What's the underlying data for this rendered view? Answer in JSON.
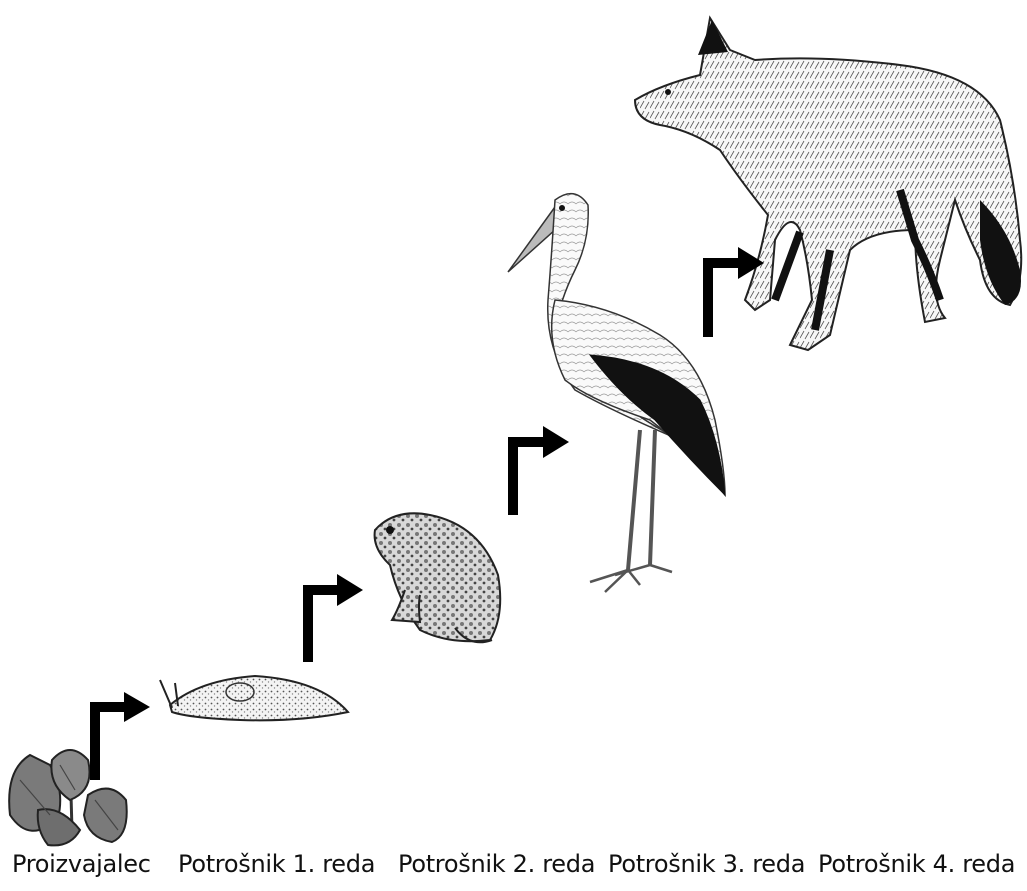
{
  "labels": {
    "producer": "Proizvajalec",
    "consumer1": "Potrošnik 1. reda",
    "consumer2": "Potrošnik 2. reda",
    "consumer3": "Potrošnik 3. reda",
    "consumer4": "Potrošnik 4. reda"
  },
  "organisms": {
    "producer": "plant-leaves",
    "consumer1": "slug",
    "consumer2": "toad",
    "consumer3": "stork",
    "consumer4": "fox"
  },
  "colors": {
    "arrow": "#000000",
    "leaf": "#7a7a7a",
    "outline": "#222222",
    "background": "#ffffff"
  }
}
